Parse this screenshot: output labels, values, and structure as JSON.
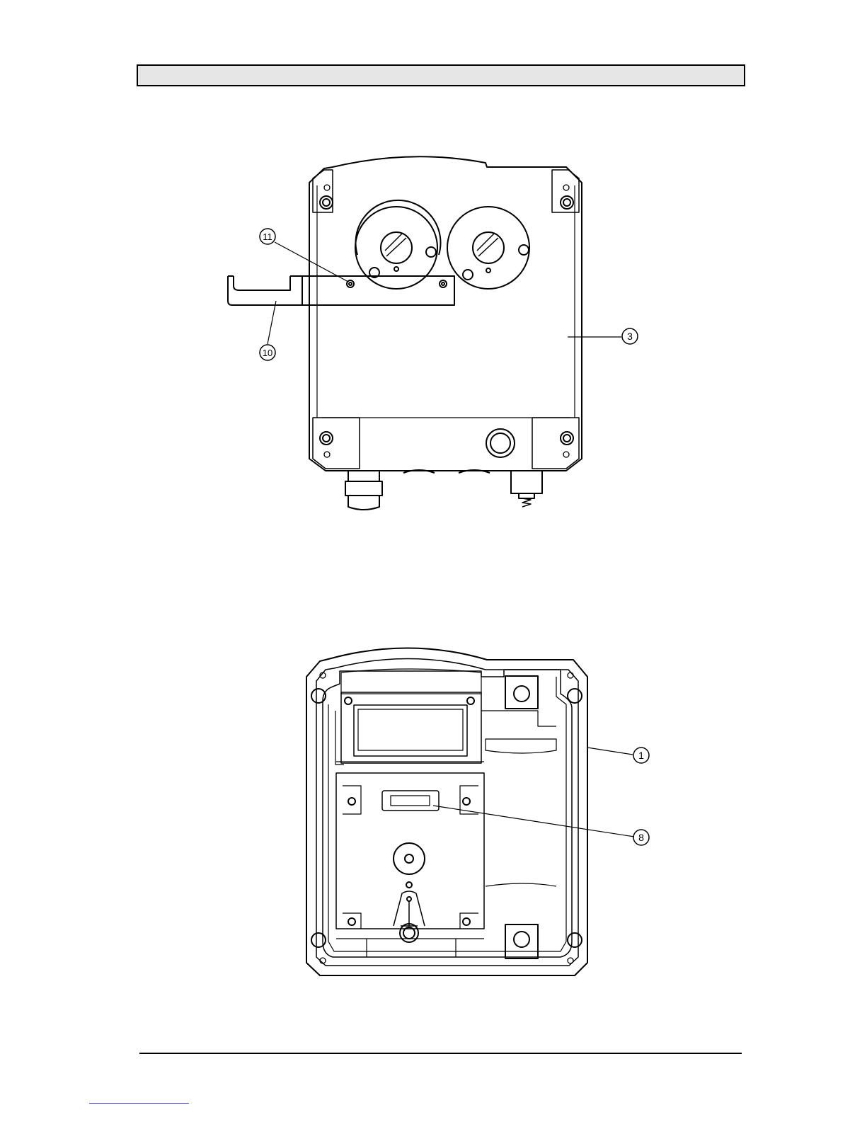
{
  "header": {
    "title": ""
  },
  "figure_top": {
    "callouts": {
      "c11": "11",
      "c10": "10",
      "c3": "3"
    }
  },
  "figure_bottom": {
    "callouts": {
      "c1": "1",
      "c8": "8"
    }
  },
  "colors": {
    "line": "#000000",
    "header_fill": "#e6e6e6",
    "link": "#3b3bdc"
  }
}
